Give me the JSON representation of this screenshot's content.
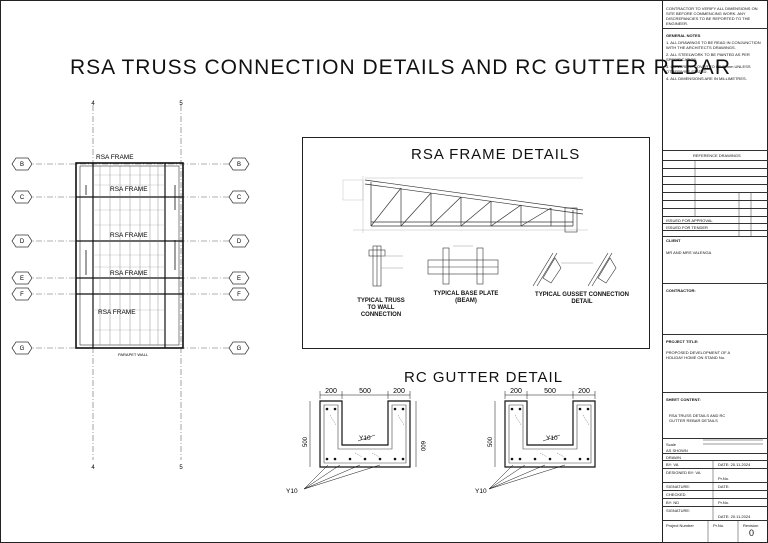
{
  "main_title": "RSA TRUSS CONNECTION DETAILS AND RC GUTTER REBAR",
  "grid": {
    "rows": [
      "B",
      "C",
      "D",
      "E",
      "F",
      "G"
    ],
    "cols": [
      "4",
      "5"
    ]
  },
  "plan": {
    "frame_label": "RSA FRAME",
    "panel_labels": [
      "RSA FRAME",
      "RSA FRAME",
      "RSA FRAME",
      "RSA FRAME"
    ],
    "bottom_note": "PARAPET WALL"
  },
  "frame_details": {
    "title": "RSA FRAME DETAILS",
    "caption_truss": "TYPICAL TRUSS TO WALL CONNECTION",
    "caption_base": "TYPICAL BASE PLATE (BEAM)",
    "caption_gusset": "TYPICAL GUSSET CONNECTION DETAIL"
  },
  "gutter": {
    "title": "RC GUTTER DETAIL",
    "dims_top": [
      "200",
      "500",
      "200"
    ],
    "dim_side_left": "500",
    "dim_side_right": "600",
    "bar_label": "Y10",
    "bar_label_bottom": "Y10"
  },
  "title_block": {
    "top_note": "CONTRACTOR TO VERIFY ALL DIMENSIONS ON SITE BEFORE COMMENCING WORK. ANY DISCREPANCIES TO BE REPORTED TO THE ENGINEER.",
    "general_notes_heading": "GENERAL NOTES",
    "general_notes": [
      "1. ALL DRAWINGS TO BE READ IN CONJUNCTION WITH THE ARCHITECTS DRAWINGS.",
      "2. ALL STEELWORK TO BE PAINTED AS PER SPECIFICATION.",
      "3. CONCRETE COVER TO BE 25mm UNLESS OTHERWISE STATED.",
      "4. ALL DIMENSIONS ARE IN MILLIMETRES."
    ],
    "reference_drawings": "REFERENCE DRAWINGS",
    "issued_for_approval": "ISSUED FOR APPROVAL",
    "issued_for_tender": "ISSUED FOR TENDER",
    "client_label": "CLIENT",
    "client_name": "MR AND MRS VALENGA",
    "contractor_label": "CONTRACTOR:",
    "project_title_label": "PROJECT TITLE:",
    "project_title": "PROPOSED DEVELOPMENT OF A HOLIDAY HOME ON STAND No.",
    "sheet_content_label": "SHEET CONTENT:",
    "sheet_content": "RSA TRUSS DETAILS AND RC GUTTER REBAR DETAILS",
    "scale_label": "Scale",
    "scale_value": "AS SHOWN",
    "drawn_label": "DRAWN",
    "drawn_by": "BY: VA",
    "date_drawn": "DATE: 20.11.2024",
    "designed_label": "DESIGNED BY: VA",
    "pr_no": "Pr.No.",
    "signature": "SIGNATURE:",
    "date_label": "DATE:",
    "checked_label": "CHECKED",
    "checked_by": "BY: ND",
    "date_checked": "DATE: 20.11.2024",
    "project_number": "Project Number",
    "revision_label": "Revision",
    "revision_value": "0"
  }
}
